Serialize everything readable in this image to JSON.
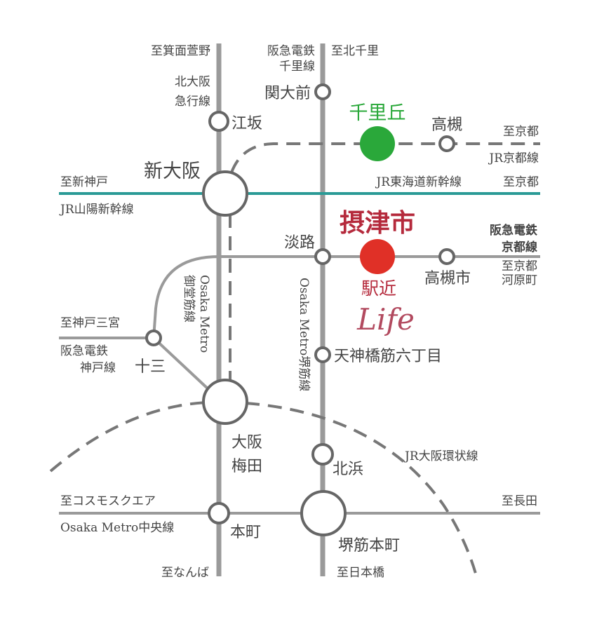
{
  "colors": {
    "line_gray": "#999999",
    "station_stroke": "#666666",
    "shinkansen": "#2a9a96",
    "jr_dash": "#777777",
    "senrioka_green": "#2aa83a",
    "settsu_red": "#e03027",
    "brand_red": "#b52a3c",
    "life_pink": "#b24a5f",
    "text": "#444444"
  },
  "directions": {
    "minoh_kayano": "至箕面萱野",
    "kita_senri": "至北千里",
    "kyoto_jr": "至京都",
    "kyoto_shinkansen": "至京都",
    "shin_kobe": "至新神戸",
    "kyoto_kawaramachi_1": "至京都",
    "kyoto_kawaramachi_2": "河原町",
    "kobe_sannomiya": "至神戸三宮",
    "cosmo_square": "至コスモスクエア",
    "nagata": "至長田",
    "namba": "至なんば",
    "nippombashi": "至日本橋"
  },
  "lines": {
    "kita_osaka_kyuko_1": "北大阪",
    "kita_osaka_kyuko_2": "急行線",
    "hankyu_senri_1": "阪急電鉄",
    "hankyu_senri_2": "千里線",
    "jr_kyoto": "JR京都線",
    "tokaido_shinkansen": "JR東海道新幹線",
    "sanyo_shinkansen": "JR山陽新幹線",
    "hankyu_kyoto_1": "阪急電鉄",
    "hankyu_kyoto_2": "京都線",
    "midosuji_1": "Osaka Metro",
    "midosuji_2": "御堂筋線",
    "sakaisuji": "Osaka Metro堺筋線",
    "hankyu_kobe_1": "阪急電鉄",
    "hankyu_kobe_2": "神戸線",
    "jr_loop": "JR大阪環状線",
    "chuo": "Osaka Metro中央線"
  },
  "stations": {
    "kandaimae": "関大前",
    "esaka": "江坂",
    "senrioka": "千里丘",
    "takatsuki": "高槻",
    "shin_osaka": "新大阪",
    "awaji": "淡路",
    "settsushi": "摂津市",
    "takatsukishi": "高槻市",
    "jusou": "十三",
    "tenjimbashisuji": "天神橋筋六丁目",
    "umeda_1": "大阪",
    "umeda_2": "梅田",
    "kitahama": "北浜",
    "hommachi": "本町",
    "sakaisuji_hommachi": "堺筋本町"
  },
  "brand": {
    "ekichika": "駅近",
    "life": "Life"
  }
}
